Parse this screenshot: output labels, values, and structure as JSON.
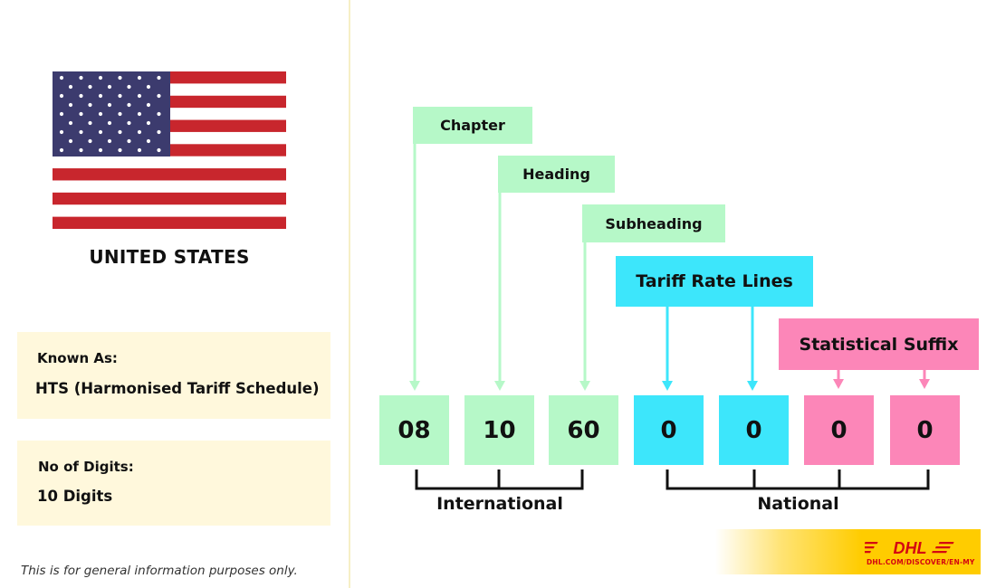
{
  "country": {
    "name": "UNITED STATES"
  },
  "known_as": {
    "label": "Known As:",
    "value": "HTS (Harmonised Tariff Schedule)"
  },
  "digits": {
    "label": "No of Digits:",
    "value": "10 Digits"
  },
  "disclaimer": "This is for general information purposes only.",
  "diagram": {
    "labels": {
      "chapter": "Chapter",
      "heading": "Heading",
      "subheading": "Subheading",
      "tariff_rate_lines": "Tariff Rate Lines",
      "statistical_suffix": "Statistical Suffix"
    },
    "digits": [
      "08",
      "10",
      "60",
      "0",
      "0",
      "0",
      "0"
    ],
    "groups": {
      "international": "International",
      "national": "National"
    }
  },
  "colors": {
    "green": "#b6f8c8",
    "cyan": "#3de6fb",
    "pink": "#fc86b8",
    "dhl_yellow": "#ffcc00",
    "dhl_red": "#d40511",
    "card": "#fff8dc"
  },
  "brand": {
    "logo": "DHL",
    "url": "DHL.COM/DISCOVER/EN-MY"
  }
}
